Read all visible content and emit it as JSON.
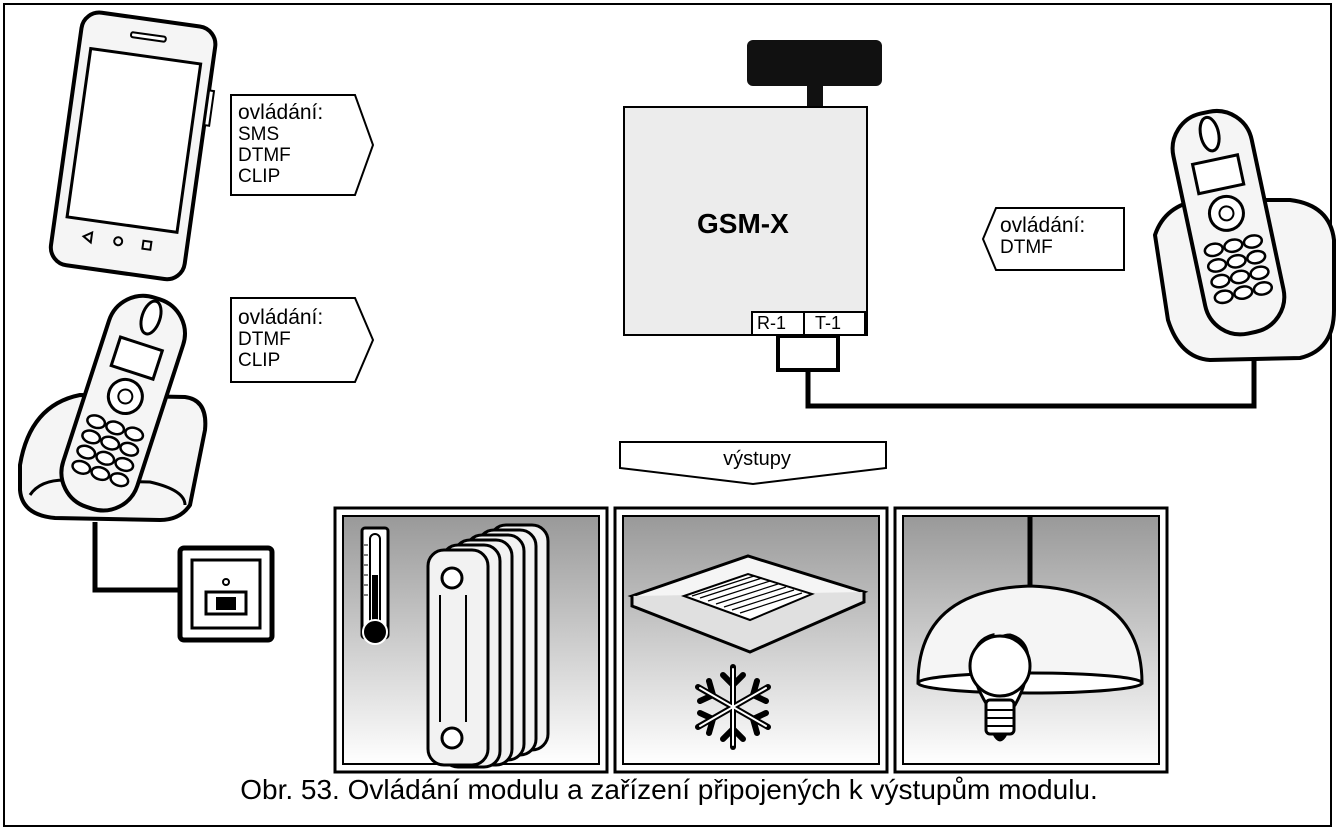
{
  "callouts": {
    "mobile": {
      "heading": "ovládání:",
      "lines": [
        "SMS",
        "DTMF",
        "CLIP"
      ]
    },
    "landline": {
      "heading": "ovládání:",
      "lines": [
        "DTMF",
        "CLIP"
      ]
    },
    "gsm_phone": {
      "heading": "ovládání:",
      "lines": [
        "DTMF"
      ]
    }
  },
  "module": {
    "name": "GSM-X",
    "ports": [
      "R-1",
      "T-1"
    ]
  },
  "outputs_label": "výstupy",
  "caption": "Obr. 53. Ovládání modulu a zařízení připojených k výstupům modulu.",
  "colors": {
    "line": "#000000",
    "module_fill": "#ececec",
    "device_fill": "#f5f5f5",
    "panel_gradient_top": "#999999",
    "panel_gradient_bottom": "#ffffff"
  },
  "icons": [
    "smartphone-icon",
    "cordless-phone-icon",
    "phone-socket-icon",
    "antenna-icon",
    "radiator-icon",
    "thermometer-icon",
    "air-conditioner-icon",
    "snowflake-icon",
    "pendant-lamp-icon",
    "light-bulb-icon"
  ]
}
